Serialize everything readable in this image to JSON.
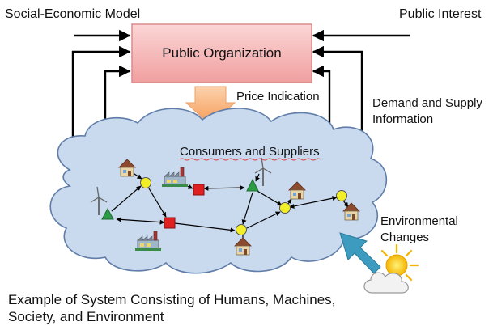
{
  "labels": {
    "social_economic_model": "Social-Economic Model",
    "public_interest": "Public Interest",
    "public_organization": "Public Organization",
    "price_indication": "Price Indication",
    "demand_supply_line1": "Demand and Supply",
    "demand_supply_line2": "Information",
    "consumers_suppliers": "Consumers and Suppliers",
    "environmental_line1": "Environmental",
    "environmental_line2": "Changes"
  },
  "caption": {
    "line1": "Example of System Consisting of Humans, Machines,",
    "line2": "Society, and Environment"
  },
  "colors": {
    "box_fill": "#f4b7b7",
    "box_stroke": "#d98c8c",
    "cloud_fill": "#c9d9ee",
    "cloud_stroke": "#5f7da8",
    "price_arrow": "#f7b27a",
    "env_arrow": "#3c9bbf",
    "node_green": "#2e9b47",
    "node_red": "#e02020",
    "node_yellow": "#f3ee2a"
  },
  "icons": [
    "wind-turbine-icon",
    "house-icon",
    "factory-icon",
    "sun-cloud-icon"
  ]
}
